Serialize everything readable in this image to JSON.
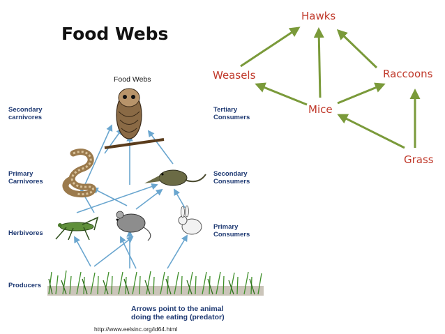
{
  "title": "Food Webs",
  "web": {
    "nodes": {
      "hawks": "Hawks",
      "weasels": "Weasels",
      "raccoons": "Raccoons",
      "mice": "Mice",
      "grass": "Grass"
    },
    "arrow_color": "#7a9a3a",
    "label_color": "#c0392b"
  },
  "figure": {
    "title": "Food Webs",
    "levels_left": {
      "secondary_carnivores": "Secondary\ncarnivores",
      "primary_carnivores": "Primary\nCarnivores",
      "herbivores": "Herbivores",
      "producers": "Producers"
    },
    "levels_right": {
      "tertiary_consumers": "Tertiary\nConsumers",
      "secondary_consumers": "Secondary\nConsumers",
      "primary_consumers": "Primary\nConsumers"
    },
    "caption": "Arrows point to the animal\ndoing the eating (predator)",
    "url": "http://www.eelsinc.org/id64.html",
    "arrow_color": "#6aa6cf",
    "label_color": "#1f3a73"
  }
}
